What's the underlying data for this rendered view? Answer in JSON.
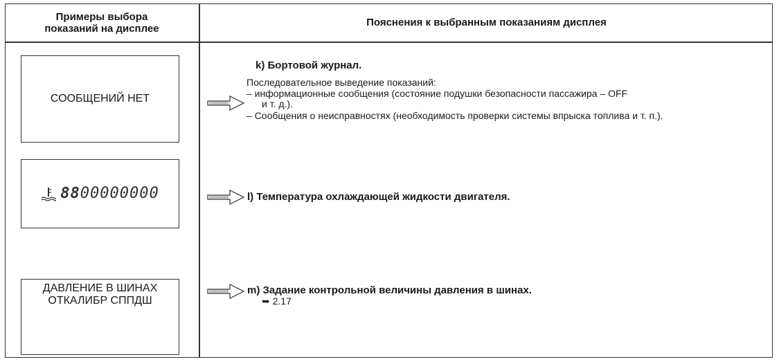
{
  "header": {
    "left_line1": "Примеры выбора",
    "left_line2": "показаний на дисплее",
    "right": "Пояснения к выбранным показаниям дисплея"
  },
  "rows": [
    {
      "display": "СООБЩЕНИЙ НЕТ",
      "title": "k)  Бортовой журнал.",
      "intro": "Последовательное выведение показаний:",
      "item1_a": "–  информационные сообщения (состояние подушки безопасности пассажира – OFF",
      "item1_b": "и т. д.).",
      "item2": "–  Сообщения о неисправностях (необходимость проверки системы впрыска топлива и т. п.)."
    },
    {
      "display_bold": "88",
      "display_digits": "00000000",
      "display_icon": "coolant-temperature-icon",
      "title": "l)   Температура охлаждающей жидкости двигателя."
    },
    {
      "display_line1": "ДАВЛЕНИЕ В ШИНАХ",
      "display_line2": "ОТКАЛИБР СППДШ",
      "title": "m) Задание контрольной величины давления в шинах.",
      "reference": "➥ 2.17"
    }
  ]
}
